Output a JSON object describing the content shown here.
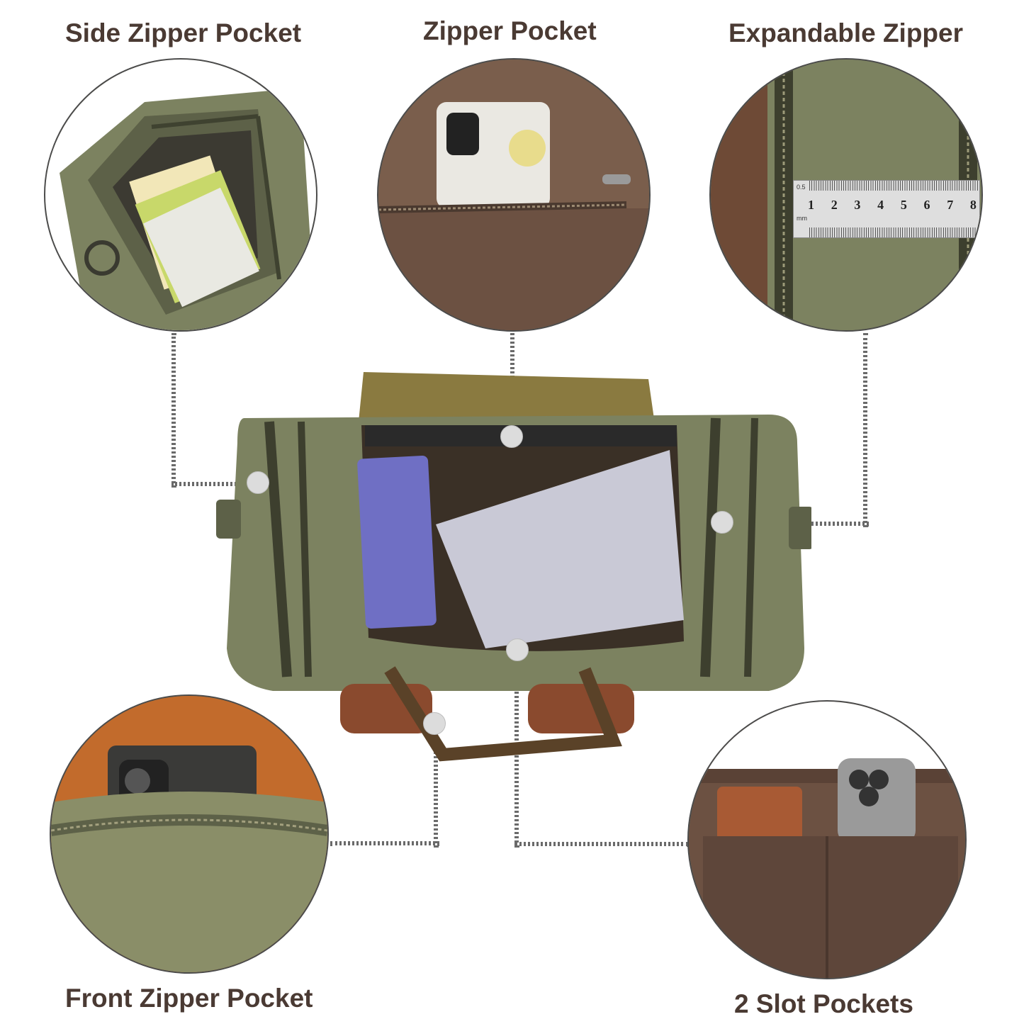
{
  "labels": {
    "side_zipper_pocket": "Side Zipper Pocket",
    "zipper_pocket": "Zipper Pocket",
    "expandable_zipper": "Expandable Zipper",
    "front_zipper_pocket": "Front Zipper Pocket",
    "two_slot_pockets": "2 Slot Pockets"
  },
  "ruler": {
    "unit_label": "mm",
    "half_label": "0.5",
    "numbers": [
      "1",
      "2",
      "3",
      "4",
      "5",
      "6",
      "7",
      "8"
    ]
  },
  "colors": {
    "canvas_green": "#7c8260",
    "canvas_dark": "#5d6148",
    "lining_brown": "#7a5e4c",
    "leather": "#8a4a2e",
    "label_text": "#4a3a33"
  }
}
